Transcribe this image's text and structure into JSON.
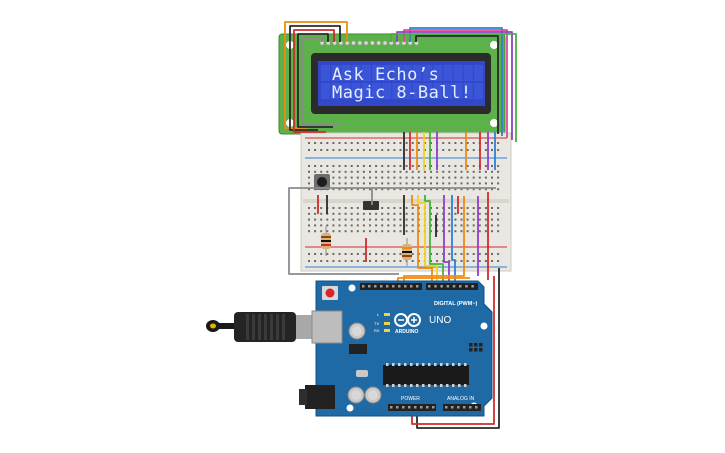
{
  "lcd": {
    "line1": "Ask Echo’s",
    "line2": "Magic 8-Ball!"
  },
  "arduino": {
    "logo_text": "ARDUINO",
    "model": "UNO",
    "digital_label": "DIGITAL (PWM~)",
    "power_label": "POWER",
    "analog_label": "ANALOG IN",
    "led_labels": [
      "L",
      "TX",
      "RX"
    ],
    "board_color": "#1f6aa5"
  },
  "colors": {
    "lcd_pcb": "#5db14a",
    "lcd_bezel": "#2e2e2e",
    "lcd_screen": "#3149c9",
    "breadboard": "#e9e7e2",
    "wire_red": "#d12b2b",
    "wire_black": "#2a2a2a",
    "wire_orange": "#ef8a12",
    "wire_green": "#44b23a",
    "wire_yellow": "#f2d21b",
    "wire_blue": "#2f7fd6",
    "wire_purple": "#8e3fc9",
    "wire_pink": "#e0489a",
    "wire_gray": "#8b8b8b"
  }
}
